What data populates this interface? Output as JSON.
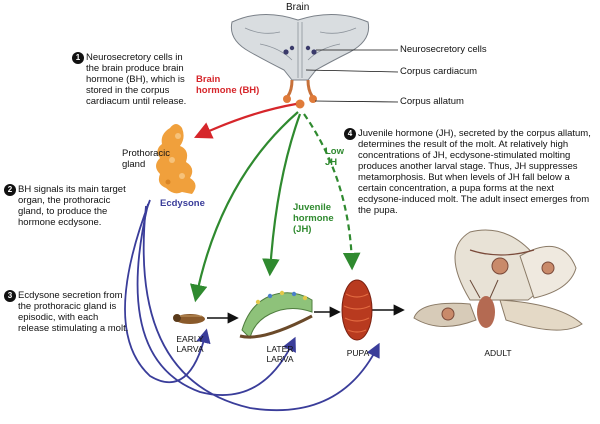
{
  "title": "Brain",
  "brain_labels": {
    "neurosecretory_cells": "Neurosecretory cells",
    "corpus_cardiacum": "Corpus cardiacum",
    "corpus_allatum": "Corpus allatum"
  },
  "hormones": {
    "brain_hormone": "Brain hormone (BH)",
    "ecdysone": "Ecdysone",
    "juvenile_hormone": "Juvenile hormone (JH)",
    "low_jh": "Low JH"
  },
  "prothoracic_gland": "Prothoracic gland",
  "steps": [
    {
      "number": "1",
      "text": "Neurosecretory cells in the brain produce brain hormone (BH), which is stored in the corpus cardiacum until release."
    },
    {
      "number": "2",
      "text": "BH signals its main target organ, the prothoracic gland, to produce the hormone ecdysone."
    },
    {
      "number": "3",
      "text": "Ecdysone secretion from the prothoracic gland is episodic, with each release stimulating a molt."
    },
    {
      "number": "4",
      "text": "Juvenile hormone (JH), secreted by the corpus allatum, determines the result of the molt. At relatively high concentrations of JH, ecdysone-stimulated molting produces another larval stage. Thus, JH suppresses metamorphosis. But when levels of JH fall below a certain concentration, a pupa forms at the next ecdysone-induced molt. The adult insect emerges from the pupa."
    }
  ],
  "stages": {
    "early_larva": "EARLY LARVA",
    "later_larva": "LATER LARVA",
    "pupa": "PUPA",
    "adult": "ADULT"
  },
  "colors": {
    "bh_arrow": "#d6262b",
    "jh_arrow": "#2f8a2f",
    "ecdysone_arrow": "#3a3d9a",
    "gland": "#f0a03c"
  }
}
